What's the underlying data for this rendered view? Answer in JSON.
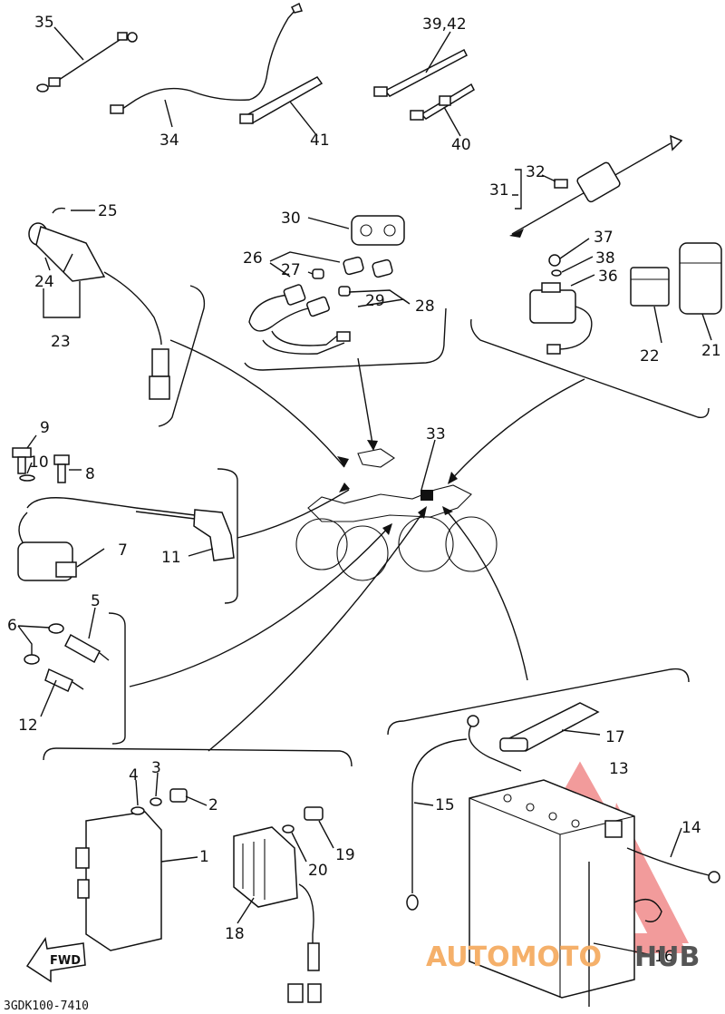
{
  "diagram": {
    "callouts": [
      {
        "id": "c35",
        "text": "35"
      },
      {
        "id": "c34",
        "text": "34"
      },
      {
        "id": "c41",
        "text": "41"
      },
      {
        "id": "c3942",
        "text": "39,42"
      },
      {
        "id": "c40",
        "text": "40"
      },
      {
        "id": "c32",
        "text": "32"
      },
      {
        "id": "c31",
        "text": "31"
      },
      {
        "id": "c25",
        "text": "25"
      },
      {
        "id": "c30",
        "text": "30"
      },
      {
        "id": "c26",
        "text": "26"
      },
      {
        "id": "c27",
        "text": "27"
      },
      {
        "id": "c24",
        "text": "24"
      },
      {
        "id": "c23",
        "text": "23"
      },
      {
        "id": "c29",
        "text": "29"
      },
      {
        "id": "c28",
        "text": "28"
      },
      {
        "id": "c37",
        "text": "37"
      },
      {
        "id": "c38",
        "text": "38"
      },
      {
        "id": "c36",
        "text": "36"
      },
      {
        "id": "c22",
        "text": "22"
      },
      {
        "id": "c21",
        "text": "21"
      },
      {
        "id": "c9",
        "text": "9"
      },
      {
        "id": "c10",
        "text": "10"
      },
      {
        "id": "c8",
        "text": "8"
      },
      {
        "id": "c33",
        "text": "33"
      },
      {
        "id": "c7",
        "text": "7"
      },
      {
        "id": "c11",
        "text": "11"
      },
      {
        "id": "c5",
        "text": "5"
      },
      {
        "id": "c6",
        "text": "6"
      },
      {
        "id": "c12",
        "text": "12"
      },
      {
        "id": "c17",
        "text": "17"
      },
      {
        "id": "c13",
        "text": "13"
      },
      {
        "id": "c4",
        "text": "4"
      },
      {
        "id": "c3",
        "text": "3"
      },
      {
        "id": "c2",
        "text": "2"
      },
      {
        "id": "c15",
        "text": "15"
      },
      {
        "id": "c14",
        "text": "14"
      },
      {
        "id": "c1",
        "text": "1"
      },
      {
        "id": "c19",
        "text": "19"
      },
      {
        "id": "c20",
        "text": "20"
      },
      {
        "id": "c18",
        "text": "18"
      },
      {
        "id": "c16",
        "text": "16"
      }
    ],
    "fwd_label": "FWD",
    "drawing_code": "3GDK100-7410"
  },
  "watermark": {
    "text_left": "AUTOMOTO",
    "text_right": "HUB",
    "color_primary": "#f08a8a",
    "color_text": "#f5b06a",
    "color_dark": "#555555"
  }
}
